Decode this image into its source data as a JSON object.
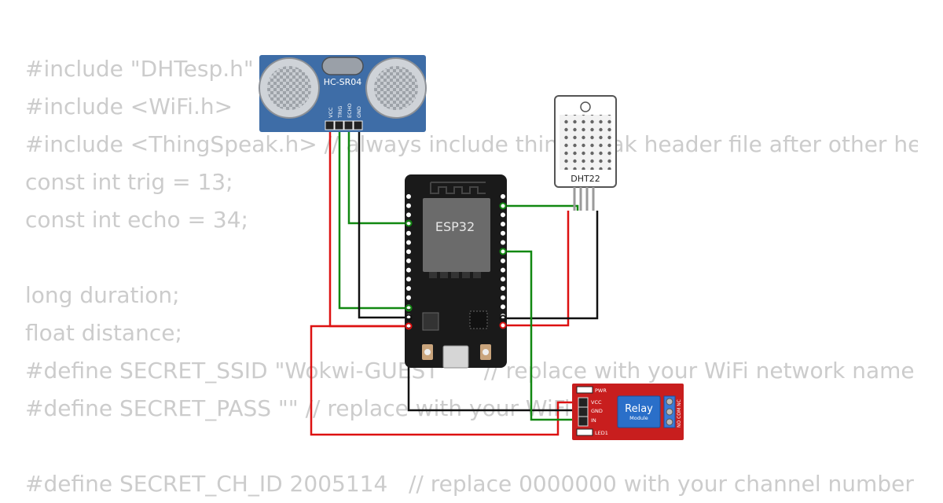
{
  "code_lines": [
    "#include \"DHTesp.h\"",
    "#include <WiFi.h>",
    "#include <ThingSpeak.h> // always include thingspeak header file after other header files and custom macros",
    "const int trig = 13;",
    "const int echo = 34;",
    "",
    "long duration;",
    "float distance;",
    "#define SECRET_SSID \"Wokwi-GUEST\"     // replace with your WiFi network name",
    "#define SECRET_PASS \"\" // replace with your WiFi password",
    "",
    "#define SECRET_CH_ID 2005114   // replace 0000000 with your channel number"
  ],
  "components": {
    "ultrasonic": {
      "label": "HC-SR04",
      "pins": [
        "VCC",
        "TRIG",
        "ECHO",
        "GND"
      ],
      "color": "#3e6da7"
    },
    "mcu": {
      "label": "ESP32",
      "color": "#1a1a1a",
      "chip_color": "#6b6b6b"
    },
    "dht": {
      "label": "DHT22",
      "color": "#ffffff"
    },
    "relay": {
      "label_main": "Relay",
      "label_sub": "Module",
      "pins": [
        "VCC",
        "GND",
        "IN"
      ],
      "pwr_label": "PWR",
      "led_label": "LED1",
      "terminal_label": "NO COM NC",
      "color": "#c81e1e",
      "block_color": "#2a6fc9"
    }
  },
  "wire_colors": {
    "power": "#dd1111",
    "ground": "#111111",
    "signal": "#118811"
  }
}
